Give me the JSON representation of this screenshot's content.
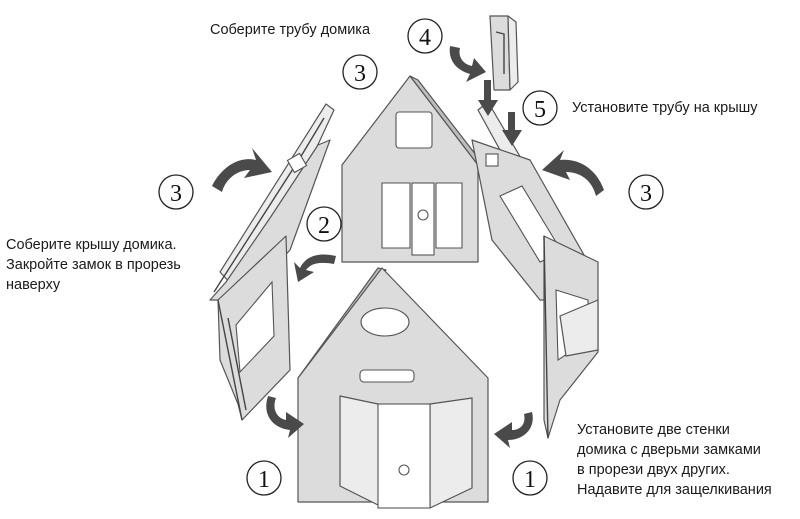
{
  "captions": {
    "pipe_assemble": "Соберите трубу домика",
    "pipe_install": "Установите трубу на крышу",
    "roof_lines": [
      "Соберите крышу домика.",
      "Закройте замок в прорезь",
      "наверху"
    ],
    "walls_lines": [
      "Установите две стенки",
      "домика с дверьми замками",
      "в прорези двух других.",
      "Надавите для защелкивания"
    ]
  },
  "steps": {
    "one_left": "1",
    "one_right": "1",
    "two": "2",
    "three_top": "3",
    "three_left": "3",
    "three_right": "3",
    "four": "4",
    "five": "5"
  },
  "colors": {
    "panel": "#dcdcdc",
    "panel_light": "#ececec",
    "arrow": "#4a4a4a",
    "text": "#1a1a1a"
  }
}
